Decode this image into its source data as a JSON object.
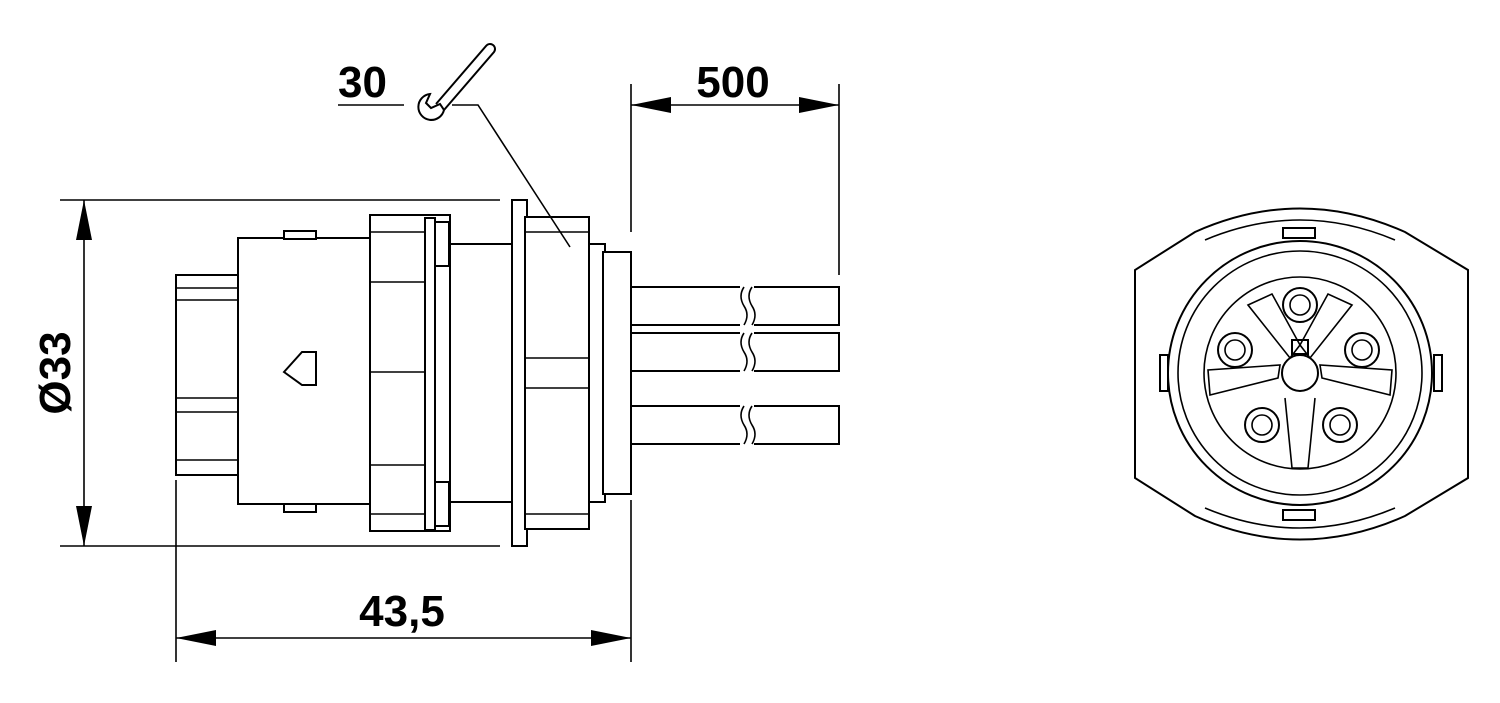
{
  "dimensions": {
    "wrench_size": "30",
    "cable_length": "500",
    "diameter": "Ø33",
    "overall_length": "43,5"
  },
  "icons": {
    "wrench": "wrench-icon",
    "orientation_marker": "triangle-marker-icon"
  },
  "colors": {
    "line": "#000000",
    "background": "#ffffff"
  }
}
